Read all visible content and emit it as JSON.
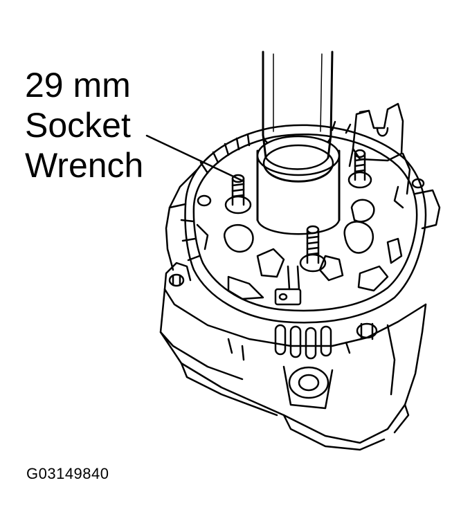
{
  "callout": {
    "line1": "29 mm",
    "line2": "Socket",
    "line3": "Wrench"
  },
  "figure_id": "G03149840",
  "colors": {
    "ink": "#000000",
    "paper": "#ffffff"
  },
  "illustration": {
    "subject-icon": "alternator-with-socket-wrench-icon"
  }
}
